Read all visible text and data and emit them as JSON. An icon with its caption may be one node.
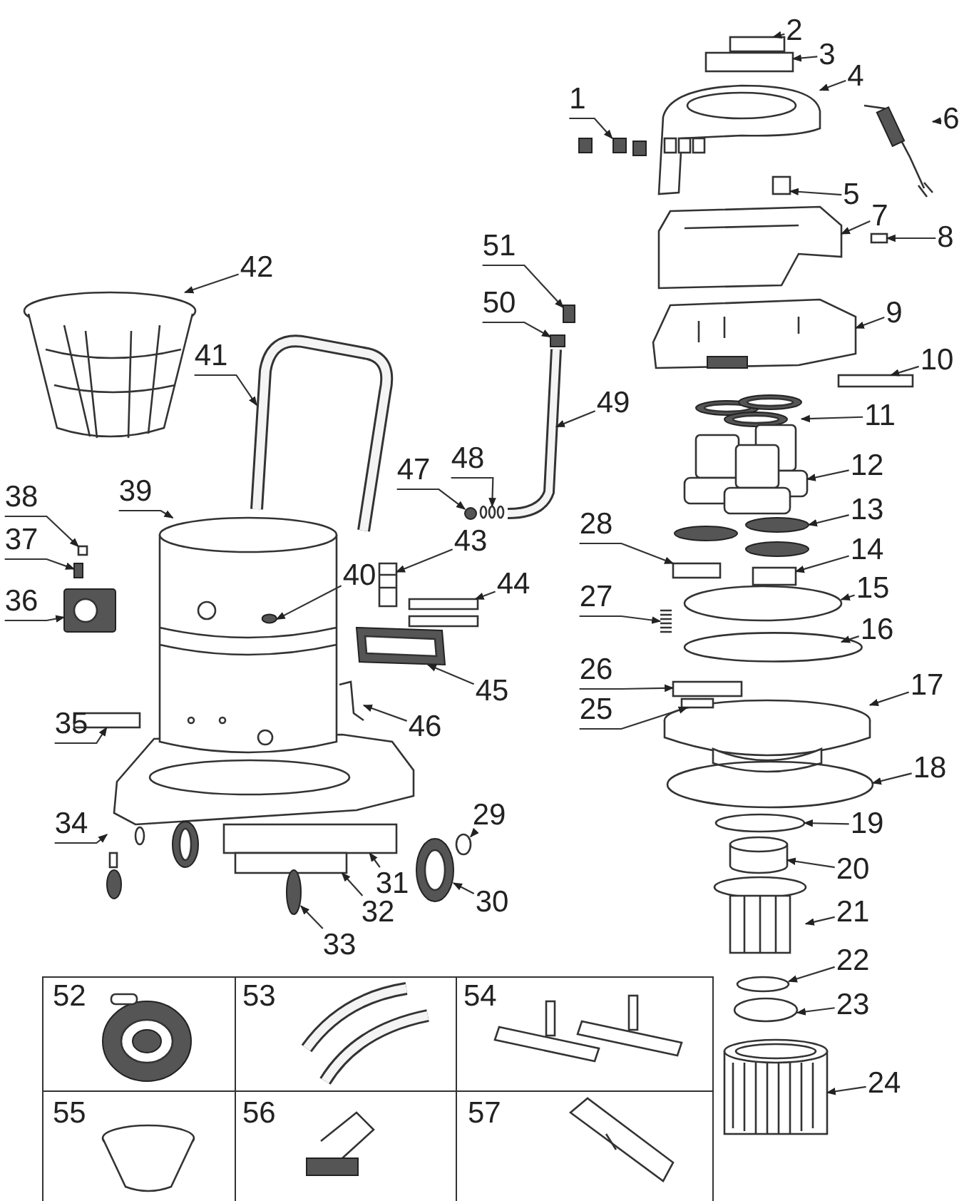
{
  "diagram": {
    "nodes": [
      {
        "text": [
          "1"
        ]
      },
      {
        "text": [
          "2"
        ]
      },
      {
        "text": [
          "3"
        ]
      },
      {
        "text": [
          "4"
        ]
      },
      {
        "text": [
          "5"
        ]
      },
      {
        "text": [
          "6"
        ]
      },
      {
        "text": [
          "7"
        ]
      },
      {
        "text": [
          "8"
        ]
      },
      {
        "text": [
          "9"
        ]
      },
      {
        "text": [
          "10"
        ]
      },
      {
        "text": [
          "11"
        ]
      },
      {
        "text": [
          "12"
        ]
      },
      {
        "text": [
          "13"
        ]
      },
      {
        "text": [
          "14"
        ]
      },
      {
        "text": [
          "15"
        ]
      },
      {
        "text": [
          "16"
        ]
      },
      {
        "text": [
          "17"
        ]
      },
      {
        "text": [
          "18"
        ]
      },
      {
        "text": [
          "19"
        ]
      },
      {
        "text": [
          "20"
        ]
      },
      {
        "text": [
          "21"
        ]
      },
      {
        "text": [
          "22"
        ]
      },
      {
        "text": [
          "23"
        ]
      },
      {
        "text": [
          "24"
        ]
      },
      {
        "text": [
          "25"
        ]
      },
      {
        "text": [
          "26"
        ]
      },
      {
        "text": [
          "27"
        ]
      },
      {
        "text": [
          "28"
        ]
      },
      {
        "text": [
          "29"
        ]
      },
      {
        "text": [
          "30"
        ]
      },
      {
        "text": [
          "31"
        ]
      },
      {
        "text": [
          "32"
        ]
      },
      {
        "text": [
          "33"
        ]
      },
      {
        "text": [
          "34"
        ]
      },
      {
        "text": [
          "35"
        ]
      },
      {
        "text": [
          "36"
        ]
      },
      {
        "text": [
          "37"
        ]
      },
      {
        "text": [
          "38"
        ]
      },
      {
        "text": [
          "39"
        ]
      },
      {
        "text": [
          "40"
        ]
      },
      {
        "text": [
          "41"
        ]
      },
      {
        "text": [
          "42"
        ]
      },
      {
        "text": [
          "43"
        ]
      },
      {
        "text": [
          "44"
        ]
      },
      {
        "text": [
          "45"
        ]
      },
      {
        "text": [
          "46"
        ]
      },
      {
        "text": [
          "47"
        ]
      },
      {
        "text": [
          "48"
        ]
      },
      {
        "text": [
          "49"
        ]
      },
      {
        "text": [
          "50"
        ]
      },
      {
        "text": [
          "51"
        ]
      },
      {
        "text": [],
        "shape": "picture"
      },
      {
        "text": [],
        "shape": "box"
      },
      {
        "text": [],
        "shape": "box"
      },
      {
        "text": [],
        "shape": "picture"
      },
      {
        "text": [],
        "shape": "box"
      },
      {
        "text": [],
        "shape": "picture"
      },
      {
        "text": [],
        "shape": "picture"
      },
      {
        "text": [],
        "shape": "box"
      },
      {
        "text": [],
        "shape": "picture"
      },
      {
        "text": [],
        "shape": "box"
      },
      {
        "text": [],
        "shape": "picture"
      },
      {
        "text": [],
        "shape": "picture"
      },
      {
        "text": [],
        "shape": "picture"
      },
      {
        "text": [],
        "shape": "box"
      },
      {
        "text": [],
        "shape": "circle"
      },
      {
        "text": [],
        "shape": "circle"
      },
      {
        "text": [],
        "shape": "picture"
      },
      {
        "text": [],
        "shape": "circle"
      },
      {
        "text": [],
        "shape": "circle"
      },
      {
        "text": [],
        "shape": "cylinder"
      },
      {
        "text": [],
        "shape": "picture"
      },
      {
        "text": [],
        "shape": "circle"
      },
      {
        "text": [],
        "shape": "circle"
      },
      {
        "text": [],
        "shape": "picture"
      },
      {
        "text": [],
        "shape": "box"
      },
      {
        "text": [],
        "shape": "box"
      },
      {
        "text": [],
        "shape": "picture"
      },
      {
        "text": [],
        "shape": "box"
      },
      {
        "text": [],
        "shape": "circle"
      },
      {
        "text": [],
        "shape": "picture"
      },
      {
        "text": [],
        "shape": "box"
      },
      {
        "text": [],
        "shape": "box"
      },
      {
        "text": [],
        "shape": "circle"
      },
      {
        "text": [],
        "shape": "picture"
      },
      {
        "text": [],
        "shape": "box"
      },
      {
        "text": [],
        "shape": "picture"
      },
      {
        "text": [],
        "shape": "box"
      },
      {
        "text": [],
        "shape": "box"
      },
      {
        "text": [],
        "shape": "picture"
      },
      {
        "text": [],
        "shape": "circle",
        "in": 89
      },
      {
        "text": [],
        "shape": "picture"
      },
      {
        "text": [],
        "shape": "picture"
      },
      {
        "text": [],
        "shape": "picture"
      },
      {
        "text": [],
        "shape": "picture"
      },
      {
        "text": [],
        "shape": "picture"
      },
      {
        "text": [],
        "shape": "picture"
      },
      {
        "text": [],
        "shape": "circle"
      },
      {
        "text": [],
        "shape": "picture"
      },
      {
        "text": [],
        "shape": "picture"
      },
      {
        "text": [],
        "shape": "box"
      },
      {
        "text": [],
        "shape": "box"
      }
    ],
    "edges": [
      {
        "from": 0,
        "to": 51,
        "arrow": "to"
      },
      {
        "from": 1,
        "to": 52,
        "arrow": "to"
      },
      {
        "from": 2,
        "to": 53,
        "arrow": "to"
      },
      {
        "from": 3,
        "to": 54,
        "arrow": "to"
      },
      {
        "from": 4,
        "to": 55,
        "arrow": "to"
      },
      {
        "from": 5,
        "to": 56,
        "arrow": "to"
      },
      {
        "from": 6,
        "to": 57,
        "arrow": "to"
      },
      {
        "from": 7,
        "to": 58,
        "arrow": "to"
      },
      {
        "from": 8,
        "to": 59,
        "arrow": "to"
      },
      {
        "from": 9,
        "to": 60,
        "arrow": "to"
      },
      {
        "from": 10,
        "to": 61,
        "arrow": "to"
      },
      {
        "from": 11,
        "to": 62,
        "arrow": "to"
      },
      {
        "from": 12,
        "to": 63,
        "arrow": "to"
      },
      {
        "from": 13,
        "to": 64,
        "arrow": "to"
      },
      {
        "from": 14,
        "to": 65,
        "arrow": "to"
      },
      {
        "from": 15,
        "to": 66,
        "arrow": "to"
      },
      {
        "from": 16,
        "to": 67,
        "arrow": "to"
      },
      {
        "from": 17,
        "to": 68,
        "arrow": "to"
      },
      {
        "from": 18,
        "to": 69,
        "arrow": "to"
      },
      {
        "from": 19,
        "to": 70,
        "arrow": "to"
      },
      {
        "from": 20,
        "to": 71,
        "arrow": "to"
      },
      {
        "from": 21,
        "to": 72,
        "arrow": "to"
      },
      {
        "from": 22,
        "to": 73,
        "arrow": "to"
      },
      {
        "from": 23,
        "to": 74,
        "arrow": "to"
      },
      {
        "from": 24,
        "to": 75,
        "arrow": "to"
      },
      {
        "from": 25,
        "to": 76,
        "arrow": "to"
      },
      {
        "from": 26,
        "to": 77,
        "arrow": "to"
      },
      {
        "from": 27,
        "to": 78,
        "arrow": "to"
      },
      {
        "from": 28,
        "to": 79,
        "arrow": "to"
      },
      {
        "from": 29,
        "to": 80,
        "arrow": "to"
      },
      {
        "from": 30,
        "to": 81,
        "arrow": "to"
      },
      {
        "from": 31,
        "to": 82,
        "arrow": "to"
      },
      {
        "from": 32,
        "to": 83,
        "arrow": "to"
      },
      {
        "from": 33,
        "to": 84,
        "arrow": "to"
      },
      {
        "from": 34,
        "to": 85,
        "arrow": "to"
      },
      {
        "from": 35,
        "to": 86,
        "arrow": "to"
      },
      {
        "from": 36,
        "to": 87,
        "arrow": "to"
      },
      {
        "from": 37,
        "to": 88,
        "arrow": "to"
      },
      {
        "from": 38,
        "to": 89,
        "arrow": "to"
      },
      {
        "from": 39,
        "to": 90,
        "arrow": "to"
      },
      {
        "from": 40,
        "to": 91,
        "arrow": "to"
      },
      {
        "from": 41,
        "to": 92,
        "arrow": "to"
      },
      {
        "from": 42,
        "to": 93,
        "arrow": "to"
      },
      {
        "from": 43,
        "to": 94,
        "arrow": "to"
      },
      {
        "from": 44,
        "to": 95,
        "arrow": "to"
      },
      {
        "from": 45,
        "to": 96,
        "arrow": "to"
      },
      {
        "from": 46,
        "to": 97,
        "arrow": "to"
      },
      {
        "from": 47,
        "to": 98,
        "arrow": "to"
      },
      {
        "from": 48,
        "to": 99,
        "arrow": "to"
      },
      {
        "from": 49,
        "to": 100,
        "arrow": "to"
      },
      {
        "from": 50,
        "to": 101,
        "arrow": "to"
      }
    ],
    "labels": [
      "52",
      "53",
      "54",
      "55",
      "56",
      "57"
    ]
  }
}
